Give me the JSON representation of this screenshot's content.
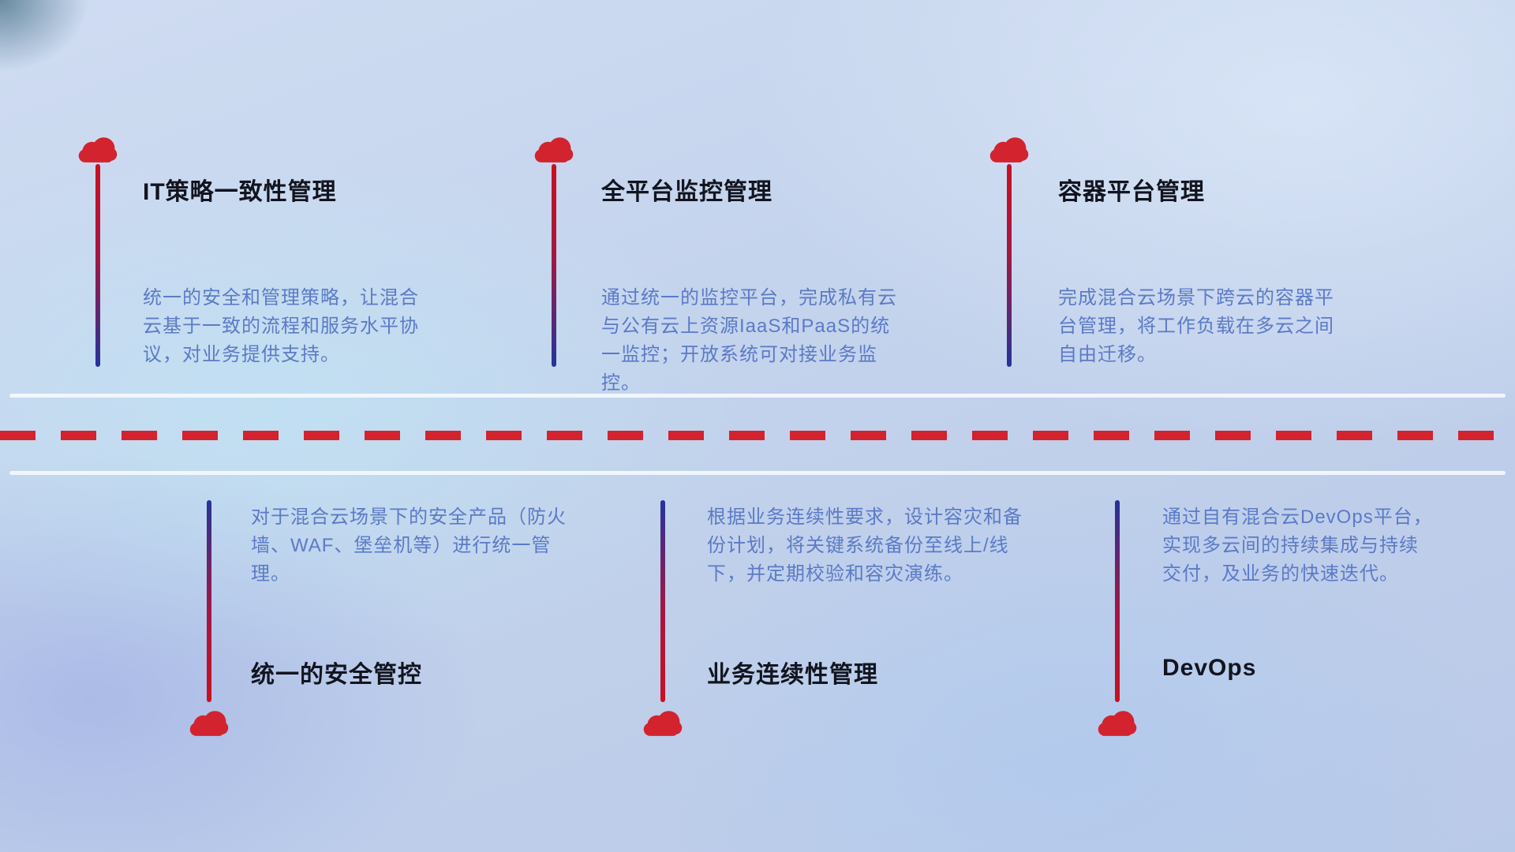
{
  "top_items": [
    {
      "title": "IT策略一致性管理",
      "desc": "统一的安全和管理策略，让混合云基于一致的流程和服务水平协议，对业务提供支持。"
    },
    {
      "title": "全平台监控管理",
      "desc": "通过统一的监控平台，完成私有云与公有云上资源IaaS和PaaS的统一监控；开放系统可对接业务监控。"
    },
    {
      "title": "容器平台管理",
      "desc": "完成混合云场景下跨云的容器平台管理，将工作负载在多云之间自由迁移。"
    }
  ],
  "bottom_items": [
    {
      "title": "统一的安全管控",
      "desc": "对于混合云场景下的安全产品（防火墙、WAF、堡垒机等）进行统一管理。"
    },
    {
      "title": "业务连续性管理",
      "desc": "根据业务连续性要求，设计容灾和备份计划，将关键系统备份至线上/线下，并定期校验和容灾演练。"
    },
    {
      "title": "DevOps",
      "desc": "通过自有混合云DevOps平台，实现多云间的持续集成与持续交付，及业务的快速迭代。"
    }
  ],
  "colors": {
    "accent_red": "#d2232e",
    "accent_blue": "#24339b",
    "title_text": "#12141f",
    "desc_text": "#5c7ac6"
  }
}
